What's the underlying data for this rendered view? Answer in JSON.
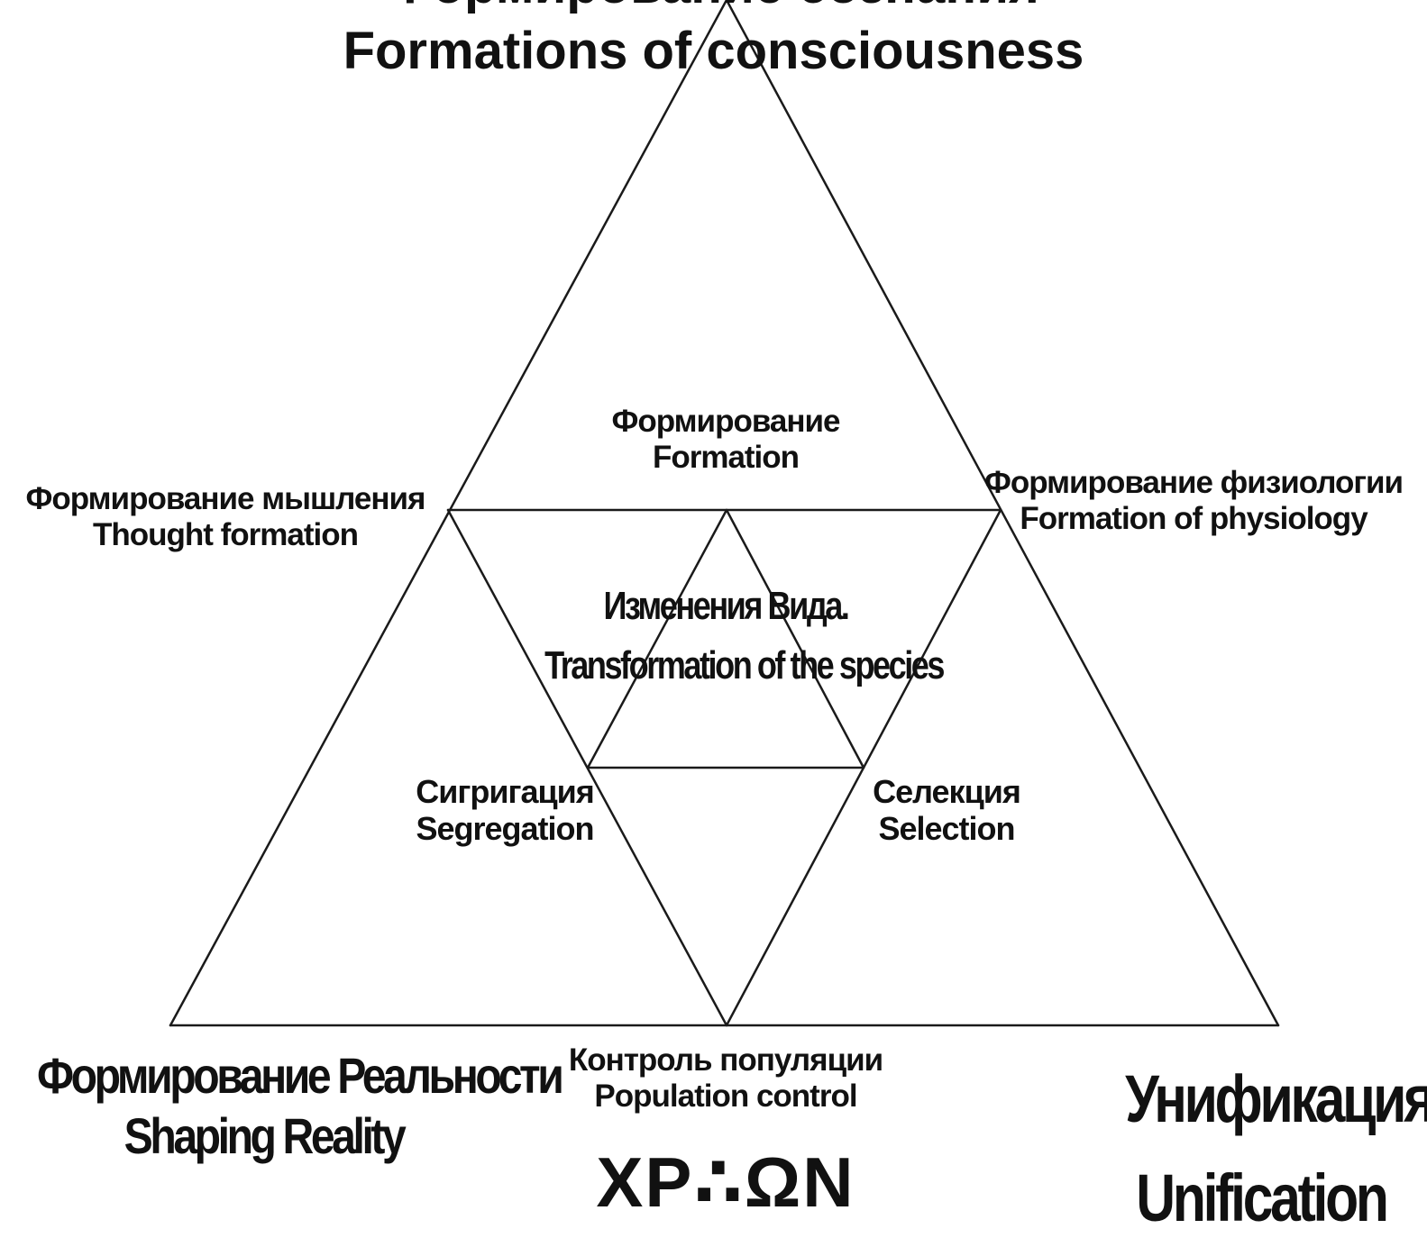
{
  "title": {
    "ru": "Формирование сознания",
    "en": "Formations of consciousness"
  },
  "apex": {
    "ru": "Формирование",
    "en": "Formation"
  },
  "left_vertex": {
    "ru": "Формирование мышления",
    "en": "Thought formation"
  },
  "right_vertex": {
    "ru": "Формирование физиологии",
    "en": "Formation of physiology"
  },
  "center": {
    "ru": "Изменения Вида.",
    "en": "Transformation of the species"
  },
  "left_inner": {
    "ru": "Сигригация",
    "en": "Segregation"
  },
  "right_inner": {
    "ru": "Селекция",
    "en": "Selection"
  },
  "bottom_center": {
    "ru": "Контроль популяции",
    "en": "Population control"
  },
  "symbol": "XP∴ΩN",
  "bottom_left": {
    "ru": "Формирование Реальности",
    "en": "Shaping Reality"
  },
  "bottom_right": {
    "ru": "Унификация",
    "en": "Unification"
  },
  "colors": {
    "line": "#1a1a1a",
    "text": "#111111",
    "background": "#ffffff"
  }
}
